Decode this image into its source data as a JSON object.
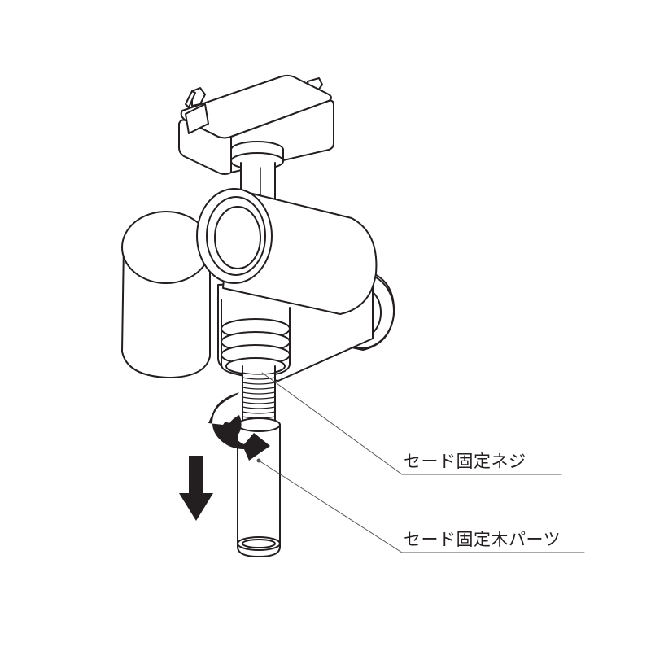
{
  "callouts": [
    {
      "id": "screw",
      "label": "セード固定ネジ"
    },
    {
      "id": "wood_part",
      "label": "セード固定木パーツ"
    }
  ],
  "colors": {
    "stroke": "#231f20",
    "fill": "#ffffff",
    "leader": "#555555"
  },
  "icons": {
    "rotation": "curved-arrow-icon",
    "direction": "down-arrow-icon"
  }
}
